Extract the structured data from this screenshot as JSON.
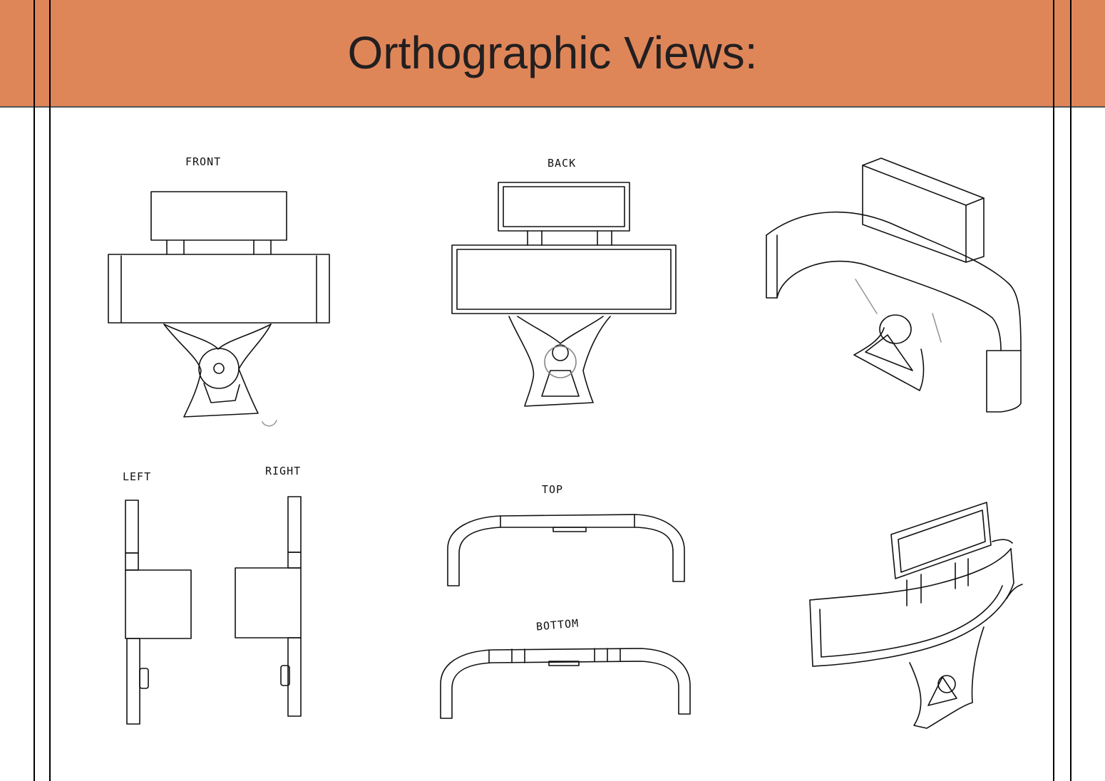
{
  "header": {
    "title": "Orthographic Views:"
  },
  "views": {
    "front": "FRONT",
    "back": "BACK",
    "left": "LEFT",
    "right": "RIGHT",
    "top": "TOP",
    "bottom": "BOTTOM"
  },
  "colors": {
    "header_bg": "#df8659",
    "title_text": "#231f20",
    "ink": "#111111"
  }
}
